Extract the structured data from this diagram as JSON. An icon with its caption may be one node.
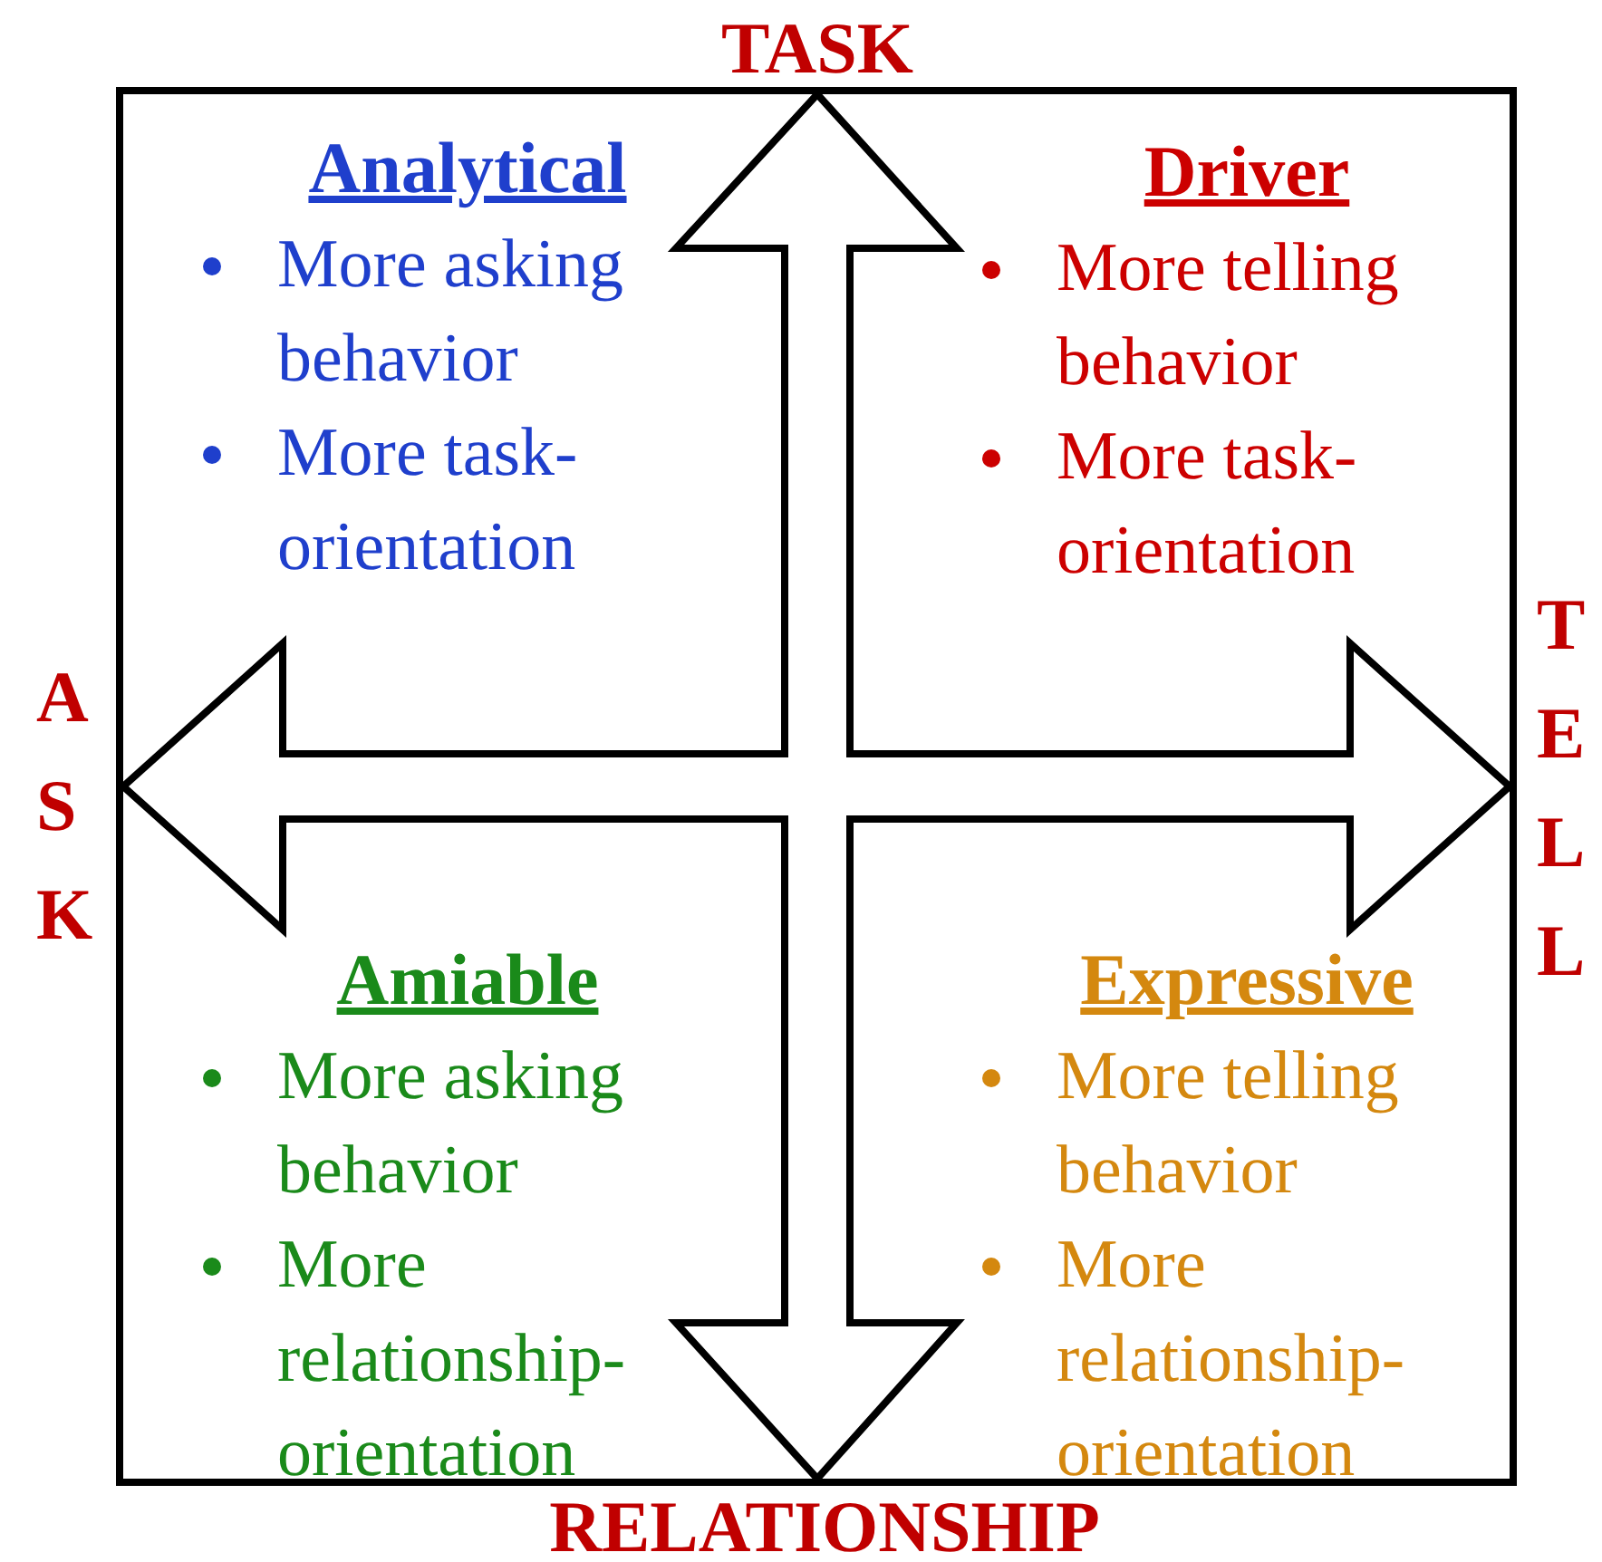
{
  "diagram": {
    "nodes": [
      {
        "text": [
          "Analytical",
          "More asking behavior",
          "More task-orientation"
        ]
      },
      {
        "text": [
          "Driver",
          "More telling behavior",
          "More task-orientation"
        ]
      },
      {
        "text": [
          "Amiable",
          "More asking behavior",
          "More relationship-orientation"
        ]
      },
      {
        "text": [
          "Expressive",
          "More telling behavior",
          "More relationship-orientation"
        ]
      }
    ],
    "edges": [],
    "labels": [
      "TASK",
      "ASK",
      "TELL",
      "RELATIONSHIP"
    ]
  }
}
